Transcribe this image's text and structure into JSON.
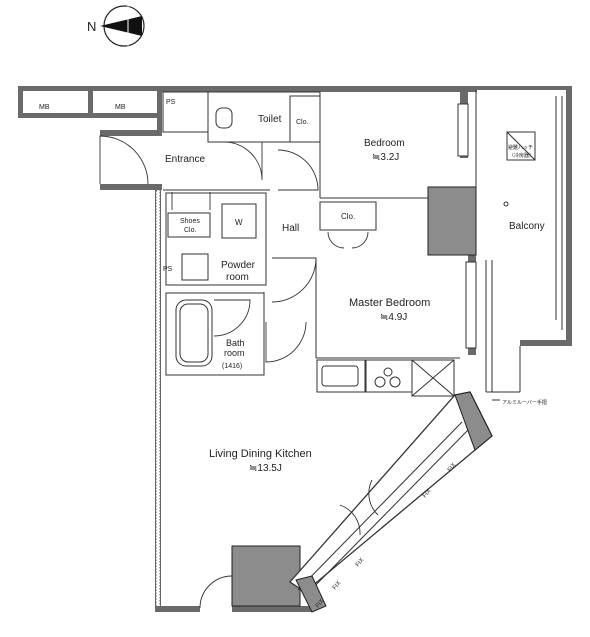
{
  "compass": {
    "north_label": "N"
  },
  "rooms": {
    "entrance": "Entrance",
    "toilet": "Toilet",
    "toilet_closet": "Clo.",
    "bedroom": "Bedroom",
    "bedroom_area": "≒3.2J",
    "hall": "Hall",
    "shoes_closet_line1": "Shoes",
    "shoes_closet_line2": "Clo.",
    "washer": "W",
    "ps_left": "PS",
    "ps_top": "PS",
    "powder_room_line1": "Powder",
    "powder_room_line2": "room",
    "bath_room_line1": "Bath",
    "bath_room_line2": "room",
    "bath_size": "(1416)",
    "closet_master": "Clo.",
    "master_bedroom": "Master Bedroom",
    "master_bedroom_area": "≒4.9J",
    "balcony": "Balcony",
    "ldk": "Living Dining Kitchen",
    "ldk_area": "≒13.5J",
    "mb_1": "MB",
    "mb_2": "MB"
  },
  "notes": {
    "hatch_line1": "避難ハッチ",
    "hatch_line2": "（冷房器）",
    "railing": "アルミルーバー手摺",
    "fix_1": "FIX",
    "fix_2": "FIX",
    "fix_3": "FIX",
    "fix_4": "FIX",
    "fix_5": "FIX"
  }
}
